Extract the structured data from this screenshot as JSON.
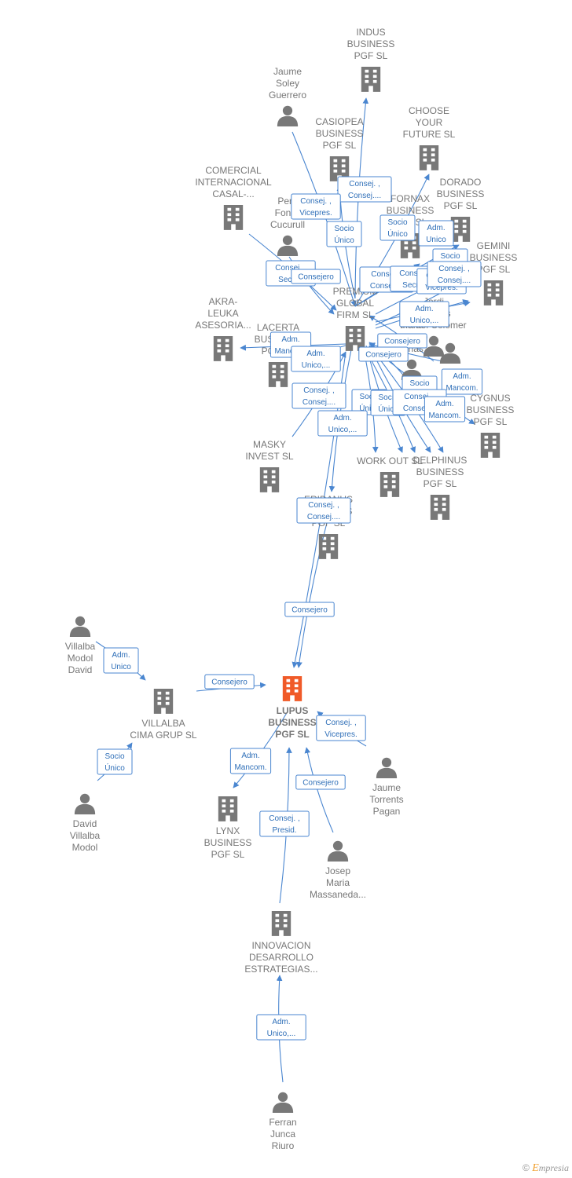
{
  "colors": {
    "company": "#787878",
    "focus": "#f05a28",
    "person": "#787878",
    "edge": "#4a86d0",
    "label": "#777777"
  },
  "nodes": [
    {
      "id": "indus",
      "type": "company",
      "icon": "building-icon",
      "lines": [
        "INDUS",
        "BUSINESS",
        "PGF  SL"
      ]
    },
    {
      "id": "jaume-soley",
      "type": "person",
      "icon": "person-icon",
      "lines": [
        "Jaume",
        "Soley",
        "Guerrero"
      ]
    },
    {
      "id": "choose",
      "type": "company",
      "icon": "building-icon",
      "lines": [
        "CHOOSE",
        "YOUR",
        "FUTURE  SL"
      ]
    },
    {
      "id": "casiopea",
      "type": "company",
      "icon": "building-icon",
      "lines": [
        "CASIOPEA",
        "BUSINESS",
        "PGF  SL"
      ]
    },
    {
      "id": "dorado",
      "type": "company",
      "icon": "building-icon",
      "lines": [
        "DORADO",
        "BUSINESS",
        "PGF  SL"
      ]
    },
    {
      "id": "comercial",
      "type": "company",
      "icon": "building-icon",
      "lines": [
        "COMERCIAL",
        "INTERNACIONAL",
        "CASAL-..."
      ]
    },
    {
      "id": "pere",
      "type": "person",
      "icon": "person-icon",
      "lines": [
        "Pere",
        "Fonoll",
        "Cucurull"
      ]
    },
    {
      "id": "fornax",
      "type": "company",
      "icon": "building-icon",
      "lines": [
        "FORNAX",
        "BUSINESS",
        "PGF  SL"
      ]
    },
    {
      "id": "gemini",
      "type": "company",
      "icon": "building-icon",
      "lines": [
        "GEMINI",
        "BUSINESS",
        "PGF  SL"
      ]
    },
    {
      "id": "premium",
      "type": "company",
      "icon": "building-icon",
      "lines": [
        "PREMIUM",
        "GLOBAL",
        "FIRM  SL"
      ]
    },
    {
      "id": "jordi",
      "type": "person",
      "icon": "person-icon",
      "lines": [
        "Jordi",
        "Escaros",
        "Rafael Colomer"
      ]
    },
    {
      "id": "akra",
      "type": "company",
      "icon": "building-icon",
      "lines": [
        "AKRA-",
        "LEUKA",
        "ASESORIA..."
      ]
    },
    {
      "id": "lacerta",
      "type": "company",
      "icon": "building-icon",
      "lines": [
        "LACERTA",
        "BUSINESS",
        "PGF  SL"
      ]
    },
    {
      "id": "barcelo",
      "type": "person",
      "icon": "person-icon",
      "lines": [
        "Maria",
        "Barcelo",
        "Vinas"
      ]
    },
    {
      "id": "person-x",
      "type": "person",
      "icon": "person-icon",
      "lines": []
    },
    {
      "id": "cygnus",
      "type": "company",
      "icon": "building-icon",
      "lines": [
        "CYGNUS",
        "BUSINESS",
        "PGF  SL"
      ]
    },
    {
      "id": "masky",
      "type": "company",
      "icon": "building-icon",
      "lines": [
        "MASKY",
        "INVEST  SL"
      ]
    },
    {
      "id": "workout",
      "type": "company",
      "icon": "building-icon",
      "lines": [
        "WORK OUT  SL"
      ]
    },
    {
      "id": "delphinus",
      "type": "company",
      "icon": "building-icon",
      "lines": [
        "DELPHINUS",
        "BUSINESS",
        "PGF  SL"
      ]
    },
    {
      "id": "eridanus",
      "type": "company",
      "icon": "building-icon",
      "lines": [
        "ERIDANUS",
        "BUSINESS",
        "PGF  SL"
      ]
    },
    {
      "id": "villalba-modol-david",
      "type": "person",
      "icon": "person-icon",
      "lines": [
        "Villalba",
        "Modol",
        "David"
      ]
    },
    {
      "id": "villalba-cima",
      "type": "company",
      "icon": "building-icon",
      "lines": [
        "VILLALBA",
        "CIMA GRUP SL"
      ]
    },
    {
      "id": "lupus",
      "type": "focus",
      "icon": "building-icon",
      "lines": [
        "LUPUS",
        "BUSINESS",
        "PGF  SL"
      ]
    },
    {
      "id": "jaume-torrents",
      "type": "person",
      "icon": "person-icon",
      "lines": [
        "Jaume",
        "Torrents",
        "Pagan"
      ]
    },
    {
      "id": "david-villalba",
      "type": "person",
      "icon": "person-icon",
      "lines": [
        "David",
        "Villalba",
        "Modol"
      ]
    },
    {
      "id": "lynx",
      "type": "company",
      "icon": "building-icon",
      "lines": [
        "LYNX",
        "BUSINESS",
        "PGF  SL"
      ]
    },
    {
      "id": "josep",
      "type": "person",
      "icon": "person-icon",
      "lines": [
        "Josep",
        "Maria",
        "Massaneda..."
      ]
    },
    {
      "id": "innovacion",
      "type": "company",
      "icon": "building-icon",
      "lines": [
        "INNOVACION",
        "DESARROLLO",
        "ESTRATEGIAS..."
      ]
    },
    {
      "id": "ferran",
      "type": "person",
      "icon": "person-icon",
      "lines": [
        "Ferran",
        "Junca",
        "Riuro"
      ]
    }
  ],
  "edges": [
    {
      "from": "premium",
      "to": "indus",
      "lines": [
        "Consej. ,",
        "Consej...."
      ]
    },
    {
      "from": "jaume-soley",
      "to": "premium",
      "lines": [
        "Consej. ,",
        "Vicepres."
      ]
    },
    {
      "from": "premium",
      "to": "casiopea",
      "lines": [
        "Socio",
        "Único"
      ]
    },
    {
      "from": "premium",
      "to": "choose",
      "lines": [
        "Socio",
        "Único"
      ]
    },
    {
      "from": "premium",
      "to": "dorado",
      "lines": [
        "Adm.",
        "Unico"
      ]
    },
    {
      "from": "comercial",
      "to": "premium",
      "lines": [
        "Consej. ,",
        "Secret."
      ]
    },
    {
      "from": "pere",
      "to": "premium",
      "lines": [
        "Consejero"
      ]
    },
    {
      "from": "premium",
      "to": "fornax",
      "lines": [
        "Consej. ,",
        "Consej...."
      ]
    },
    {
      "from": "premium",
      "to": "gemini",
      "lines": [
        "Consej. ,",
        "Secret."
      ]
    },
    {
      "from": "jordi",
      "to": "premium",
      "lines": [
        "Consej. ,",
        "Vicepres."
      ]
    },
    {
      "from": "premium",
      "to": "gemini",
      "lines": [
        "Socio",
        "Único"
      ]
    },
    {
      "from": "premium",
      "to": "gemini",
      "lines": [
        "Consej. ,",
        "Consej...."
      ]
    },
    {
      "from": "premium",
      "to": "gemini",
      "lines": [
        "Adm.",
        "Unico,..."
      ]
    },
    {
      "from": "premium",
      "to": "akra",
      "lines": [
        "Adm.",
        "Mancom."
      ]
    },
    {
      "from": "premium",
      "to": "lacerta",
      "lines": [
        "Adm.",
        "Unico,..."
      ]
    },
    {
      "from": "barcelo",
      "to": "premium",
      "lines": [
        "Consejero"
      ]
    },
    {
      "from": "person-x",
      "to": "premium",
      "lines": [
        "Consejero"
      ]
    },
    {
      "from": "premium",
      "to": "workout",
      "lines": [
        "Socio",
        "Único"
      ]
    },
    {
      "from": "premium",
      "to": "cygnus",
      "lines": [
        "Adm.",
        "Mancom."
      ]
    },
    {
      "from": "masky",
      "to": "premium",
      "lines": [
        "Consej. ,",
        "Consej...."
      ]
    },
    {
      "from": "premium",
      "to": "workout",
      "lines": [
        "Socio",
        "Único"
      ]
    },
    {
      "from": "premium",
      "to": "delphinus",
      "lines": [
        "Socio",
        "Único"
      ]
    },
    {
      "from": "premium",
      "to": "delphinus",
      "lines": [
        "Consej. ,",
        "Consej...."
      ]
    },
    {
      "from": "premium",
      "to": "delphinus",
      "lines": [
        "Adm.",
        "Mancom."
      ]
    },
    {
      "from": "premium",
      "to": "eridanus",
      "lines": [
        "Adm.",
        "Unico,..."
      ]
    },
    {
      "from": "premium",
      "to": "lupus",
      "lines": [
        "Consej. ,",
        "Consej...."
      ]
    },
    {
      "from": "eridanus",
      "to": "lupus",
      "lines": [
        "Consejero"
      ]
    },
    {
      "from": "villalba-modol-david",
      "to": "villalba-cima",
      "lines": [
        "Adm.",
        "Unico"
      ]
    },
    {
      "from": "villalba-cima",
      "to": "lupus",
      "lines": [
        "Consejero"
      ]
    },
    {
      "from": "david-villalba",
      "to": "villalba-cima",
      "lines": [
        "Socio",
        "Único"
      ]
    },
    {
      "from": "jaume-torrents",
      "to": "lupus",
      "lines": [
        "Consej. ,",
        "Vicepres."
      ]
    },
    {
      "from": "lupus",
      "to": "lynx",
      "lines": [
        "Adm.",
        "Mancom."
      ]
    },
    {
      "from": "josep",
      "to": "lupus",
      "lines": [
        "Consejero"
      ]
    },
    {
      "from": "innovacion",
      "to": "lupus",
      "lines": [
        "Consej. ,",
        "Presid."
      ]
    },
    {
      "from": "ferran",
      "to": "innovacion",
      "lines": [
        "Adm.",
        "Unico,..."
      ]
    }
  ],
  "footer": {
    "copyright": "©",
    "brand_first": "E",
    "brand_rest": "mpresia"
  }
}
